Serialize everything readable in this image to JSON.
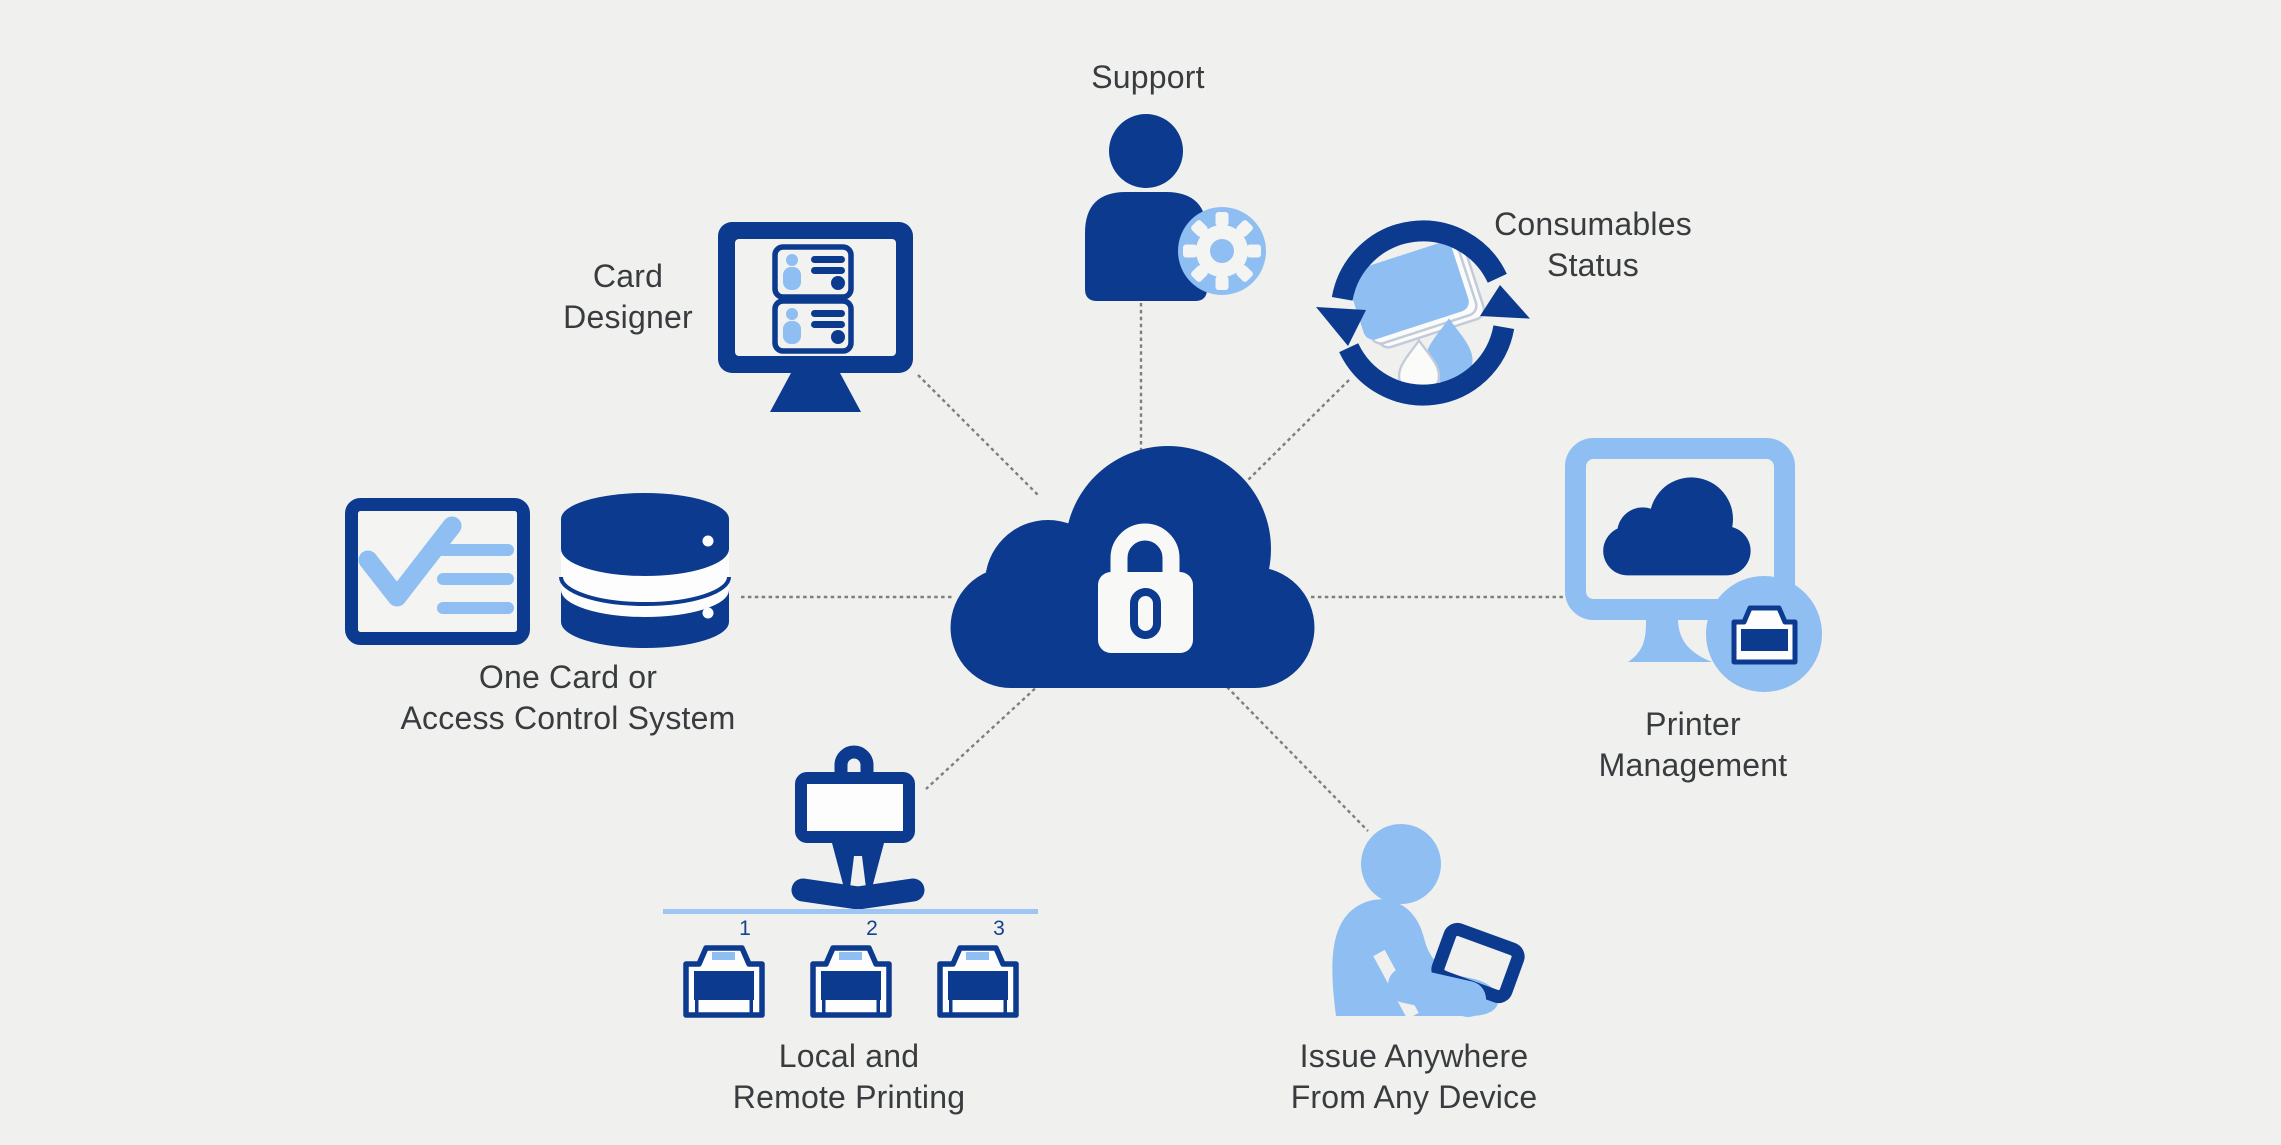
{
  "nodes": {
    "support": {
      "label": "Support"
    },
    "card_designer": {
      "line1": "Card",
      "line2": "Designer"
    },
    "consumables_status": {
      "line1": "Consumables",
      "line2": "Status"
    },
    "one_card_access_control": {
      "line1": "One Card or",
      "line2": "Access Control System"
    },
    "printer_management": {
      "line1": "Printer",
      "line2": "Management"
    },
    "local_remote_printing": {
      "line1": "Local and",
      "line2": "Remote Printing",
      "printer_numbers": [
        "1",
        "2",
        "3"
      ]
    },
    "issue_anywhere": {
      "line1": "Issue Anywhere",
      "line2": "From Any Device"
    }
  },
  "icons": {
    "center": "secure-cloud-with-lock",
    "support": "person-with-gear",
    "card_designer": "monitor-with-id-cards",
    "consumables_status": "recycle-arrows-with-card-and-ink-drop",
    "one_card_access_control": "checklist-and-database",
    "printer_management": "monitor-with-cloud-and-printer-badge",
    "local_remote_printing": "easel-sign-with-three-printers",
    "issue_anywhere": "person-with-tablet"
  },
  "colors": {
    "background": "#f0f0ee",
    "dark_blue": "#0b3a8f",
    "light_blue": "#8fbef2",
    "divider_blue": "#9fc5f3",
    "label_text": "#393c3f",
    "printer_number_blue": "#15418f",
    "connector_gray": "#7e7e7e"
  }
}
